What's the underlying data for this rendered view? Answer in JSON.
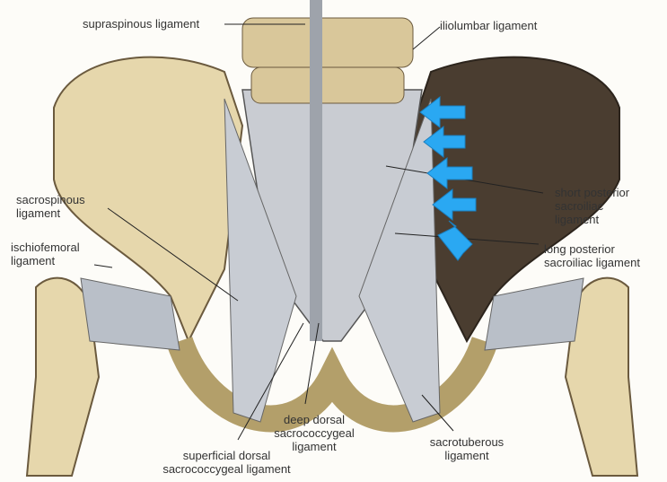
{
  "labels": {
    "supraspinous": "supraspinous ligament",
    "iliolumbar": "iliolumbar ligament",
    "short_posterior": "short posterior\nsacroiliac\nligament",
    "long_posterior": "long posterior\nsacroiliac ligament",
    "sacrospinous": "sacrospinous\nligament",
    "ischiofemoral": "ischiofemoral\nligament",
    "deep_dorsal": "deep dorsal\nsacrococcygeal\nligament",
    "superficial_dorsal": "superficial dorsal\nsacrococcygeal ligament",
    "sacrotuberous": "sacrotuberous\nligament"
  },
  "colors": {
    "bone": "#e6d7ac",
    "ligament": "#b9bfc8",
    "shadow": "#4a3d30",
    "arrow": "#2aa8f2"
  }
}
